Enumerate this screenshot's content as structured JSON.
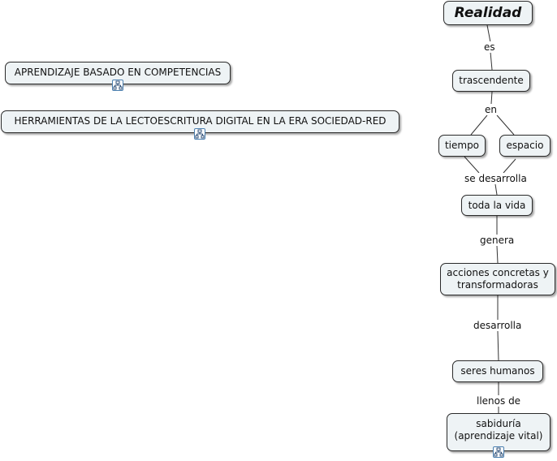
{
  "concepts": {
    "realidad": "Realidad",
    "trascendente": "trascendente",
    "tiempo": "tiempo",
    "espacio": "espacio",
    "toda_la_vida": "toda la vida",
    "acciones": "acciones concretas y\ntransformadoras",
    "seres_humanos": "seres humanos",
    "sabiduria": "sabiduría\n(aprendizaje vital)",
    "aprendizaje_competencias": "APRENDIZAJE BASADO EN COMPETENCIAS",
    "herramientas": "HERRAMIENTAS DE LA LECTOESCRITURA DIGITAL EN LA ERA SOCIEDAD-RED"
  },
  "linking_phrases": {
    "es": "es",
    "en": "en",
    "se_desarrolla": "se desarrolla",
    "genera": "genera",
    "desarrolla": "desarrolla",
    "llenos_de": "llenos de"
  },
  "icons": {
    "map_link": "concept-map-link-icon"
  },
  "colors": {
    "node_fill": "#eef3f5",
    "node_border": "#2a2a2a",
    "icon_accent": "#4a7fb0"
  }
}
